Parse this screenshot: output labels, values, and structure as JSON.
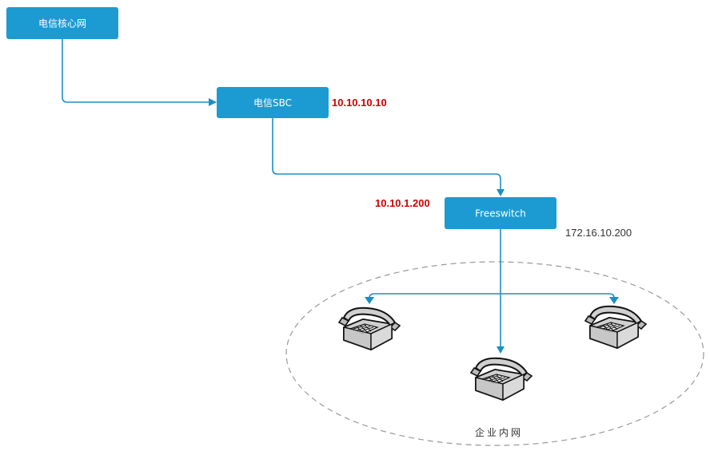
{
  "colors": {
    "node_fill": "#1b9bd2",
    "edge": "#1b8fc4",
    "ip_highlight": "#cc0000",
    "zone_border": "#999999"
  },
  "nodes": {
    "core_network": {
      "label": "电信核心网"
    },
    "sbc": {
      "label": "电信SBC",
      "ip": "10.10.10.10"
    },
    "freeswitch": {
      "label": "Freeswitch",
      "ip_left": "10.10.1.200",
      "ip_right": "172.16.10.200"
    }
  },
  "zone": {
    "label": "企业内网"
  },
  "phones": [
    {
      "icon": "desk-phone-icon"
    },
    {
      "icon": "desk-phone-icon"
    },
    {
      "icon": "desk-phone-icon"
    }
  ]
}
